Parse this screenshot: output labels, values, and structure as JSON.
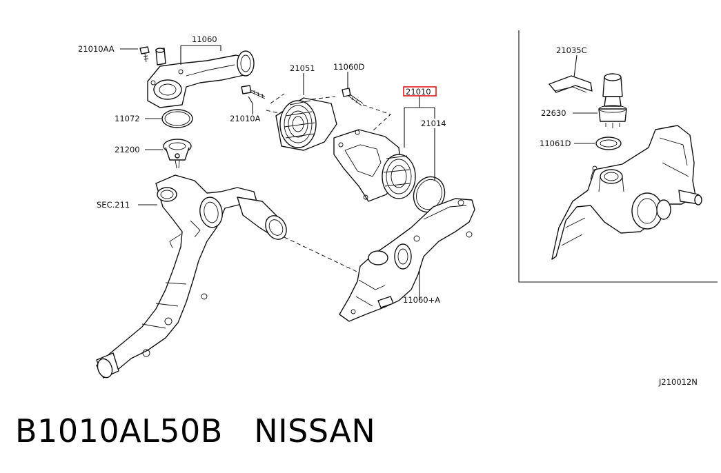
{
  "diagram": {
    "labels": {
      "bolt_21010AA": "21010AA",
      "pipe_11060": "11060",
      "pulley_21051": "21051",
      "bolt_11060D": "11060D",
      "pump_21010": "21010",
      "bolt_21010A": "21010A",
      "gasket_21014": "21014",
      "oring_11072": "11072",
      "thermostat_21200": "21200",
      "sec_211": "SEC.211",
      "housing_11060A": "11060+A",
      "clip_21035C": "21035C",
      "sensor_22630": "22630",
      "gasket_11061D": "11061D",
      "diagram_code": "J210012N"
    },
    "highlight_color": "#e01818"
  },
  "caption": {
    "part_number": "B1010AL50B",
    "brand": "NISSAN"
  }
}
